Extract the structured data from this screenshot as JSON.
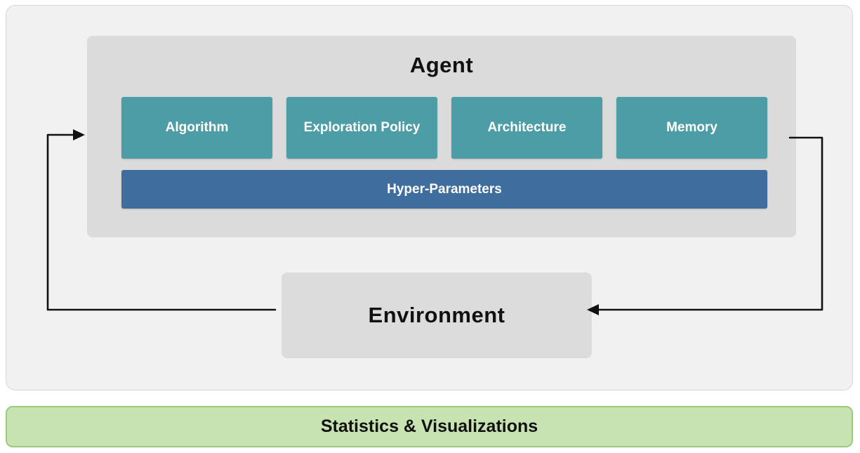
{
  "agent": {
    "title": "Agent",
    "components": [
      {
        "label": "Algorithm"
      },
      {
        "label": "Exploration Policy"
      },
      {
        "label": "Architecture"
      },
      {
        "label": "Memory"
      }
    ],
    "hyper_parameters_label": "Hyper-Parameters"
  },
  "environment": {
    "title": "Environment"
  },
  "footer": {
    "label": "Statistics & Visualizations"
  },
  "colors": {
    "component_teal": "#4D9DA6",
    "hyper_parameters_blue": "#3E6D9E",
    "container_gray": "#DBDBDB",
    "panel_gray": "#F1F1F2",
    "footer_green": "#C8E3B2",
    "footer_green_border": "#9CC97E",
    "arrow_black": "#111111"
  }
}
